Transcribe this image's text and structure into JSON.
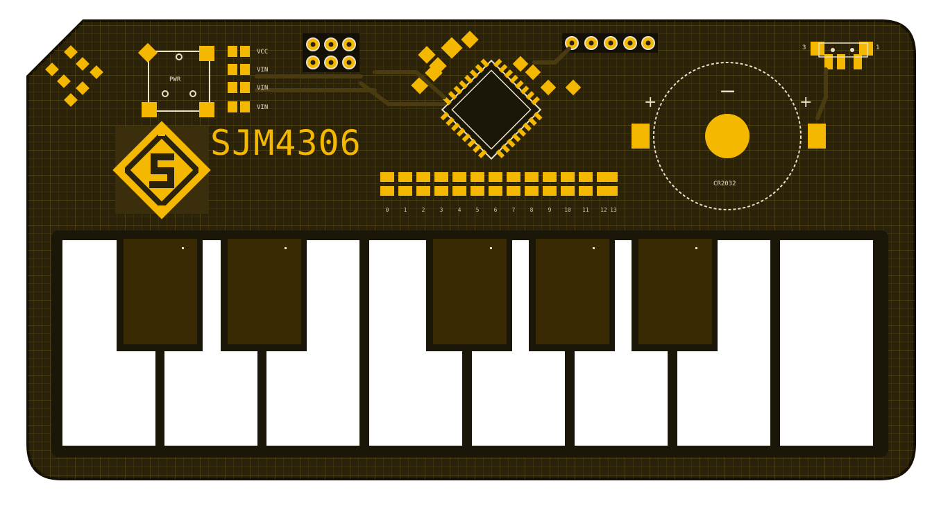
{
  "board": {
    "brand_text": "SJM4306",
    "battery_label": "CR2032",
    "battery_plus_left": "+",
    "battery_plus_right": "+",
    "battery_minus": "−",
    "outline_color": "#1a1608",
    "board_color": "#2a220b",
    "pad_color": "#f5b800",
    "silk_color": "#e9e2c8",
    "white_key_color": "#ffffff",
    "black_key_color": "#3a2a04"
  },
  "silkscreen": {
    "header_labels": [
      "VCC",
      "VIN",
      "VIN",
      "VIN"
    ],
    "power_label": "PWR",
    "pin_labels": [
      "0",
      "1",
      "2",
      "3",
      "4",
      "5",
      "6",
      "7",
      "8",
      "9",
      "10",
      "11",
      "12",
      "13"
    ],
    "switch_labels": [
      "3",
      "1"
    ]
  },
  "keyboard": {
    "white_keys": 8,
    "black_keys": 5,
    "icon": "piano-keys-icon"
  }
}
